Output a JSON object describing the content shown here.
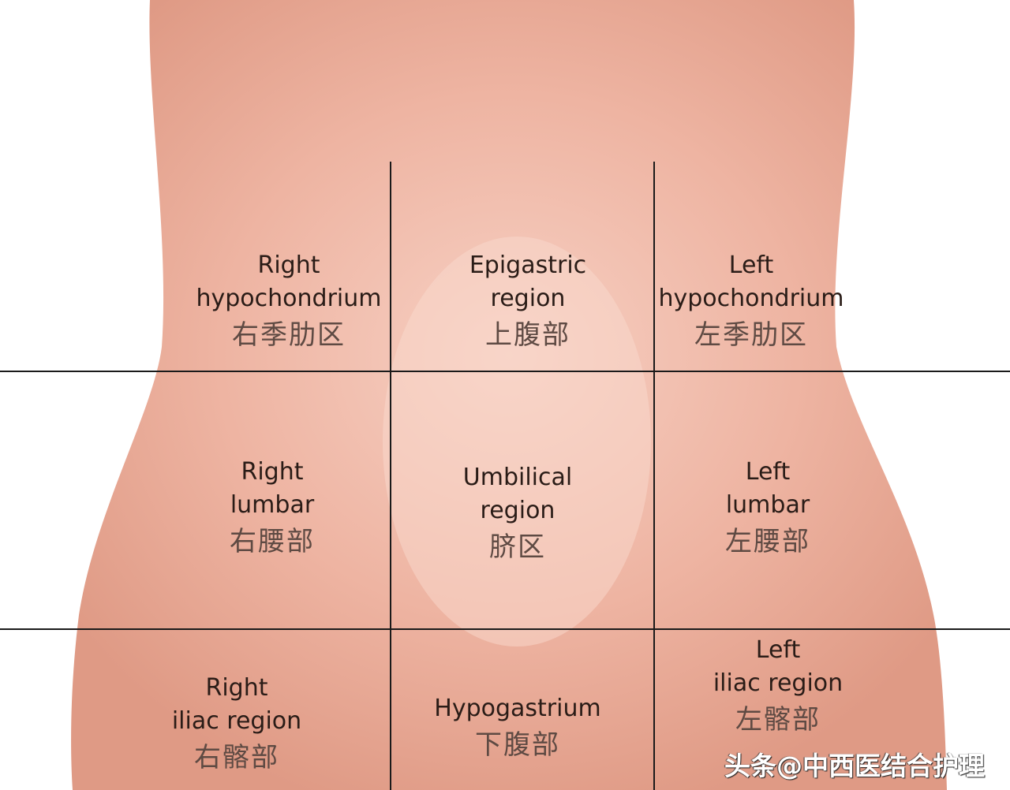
{
  "regions": [
    {
      "en1": "Right",
      "en2": "hypochondrium",
      "zh": "右季肋区"
    },
    {
      "en1": "Epigastric",
      "en2": "region",
      "zh": "上腹部"
    },
    {
      "en1": "Left",
      "en2": "hypochondrium",
      "zh": "左季肋区"
    },
    {
      "en1": "Right",
      "en2": "lumbar",
      "zh": "右腰部"
    },
    {
      "en1": "Umbilical",
      "en2": "region",
      "zh": "脐区"
    },
    {
      "en1": "Left",
      "en2": "lumbar",
      "zh": "左腰部"
    },
    {
      "en1": "Right",
      "en2": "iliac region",
      "zh": "右髂部"
    },
    {
      "en1": "",
      "en2": "Hypogastrium",
      "zh": "下腹部"
    },
    {
      "en1": "Left",
      "en2": "iliac region",
      "zh": "左髂部"
    }
  ],
  "watermark": "头条@中西医结合护理",
  "colors": {
    "skin": "#e8a893",
    "skin_light": "#f6cdbf",
    "lines": "#1a1a1a"
  }
}
